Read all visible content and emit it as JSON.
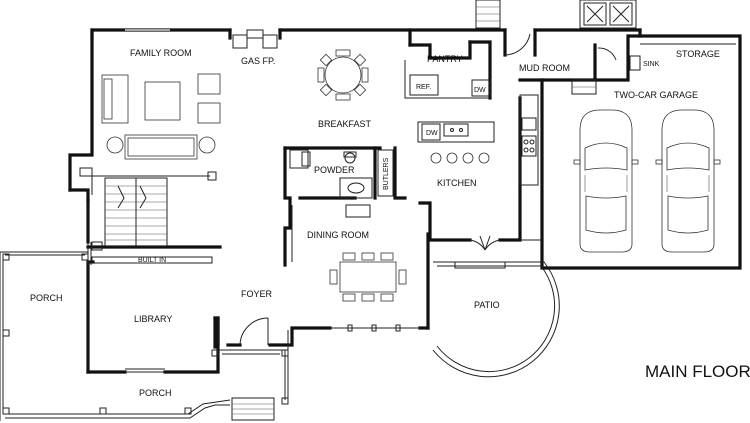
{
  "plan": {
    "title": "MAIN FLOOR",
    "rooms": {
      "family_room": "FAMILY ROOM",
      "gas_fp": "GAS FP.",
      "breakfast": "BREAKFAST",
      "pantry": "PANTRY",
      "mud_room": "MUD ROOM",
      "storage": "STORAGE",
      "sink": "SINK",
      "two_car_garage": "TWO-CAR GARAGE",
      "ref": "REF.",
      "dw_pantry": "DW",
      "dw_kitchen": "DW",
      "kitchen": "KITCHEN",
      "powder": "POWDER",
      "butlers": "BUTLERS",
      "dining_room": "DINING ROOM",
      "built_in": "BUILT IN",
      "porch_left": "PORCH",
      "library": "LIBRARY",
      "foyer": "FOYER",
      "patio": "PATIO",
      "porch_front": "PORCH"
    }
  }
}
